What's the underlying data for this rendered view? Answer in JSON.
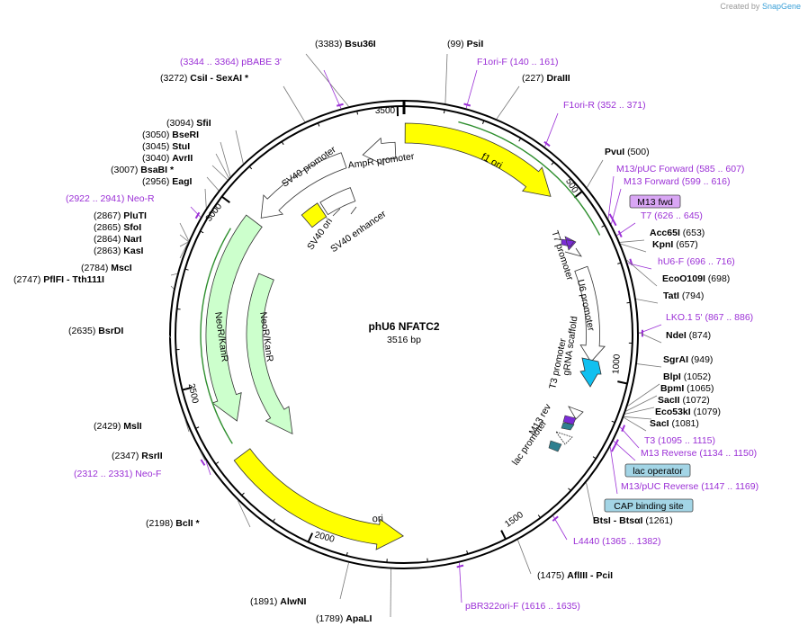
{
  "credit": {
    "prefix": "Created by",
    "brand": "SnapGene"
  },
  "plasmid": {
    "name": "phU6 NFATC2",
    "length_label": "3516 bp",
    "length": 3516
  },
  "colors": {
    "feature_yellow": "#ffff00",
    "feature_green": "#ccffcc",
    "feature_white": "#ffffff",
    "primer": "#9b30d6",
    "site_text": "#000000",
    "tag_purple": "#d9a6f5",
    "tag_cyan": "#a3d5e6",
    "scaffold": "#10c0f0"
  },
  "ticks": [
    "500",
    "1000",
    "1500",
    "2000",
    "2500",
    "3000",
    "3500"
  ],
  "features": [
    {
      "name": "f1 ori",
      "color": "yellow",
      "arrow": true
    },
    {
      "name": "T7 promoter",
      "color": "white",
      "arrow": true
    },
    {
      "name": "U6 promoter",
      "color": "white",
      "arrow": true
    },
    {
      "name": "gRNA scaffold",
      "color": "cyan",
      "arrow": true
    },
    {
      "name": "T3 promoter",
      "color": "white",
      "arrow": true
    },
    {
      "name": "M13 rev",
      "color": "white",
      "arrow": true
    },
    {
      "name": "lac promoter",
      "color": "white",
      "arrow": true
    },
    {
      "name": "ori",
      "color": "yellow",
      "arrow": true
    },
    {
      "name": "NeoR/KanR",
      "color": "green",
      "arrow": true
    },
    {
      "name": "NeoR/KanR",
      "color": "green",
      "arrow": true
    },
    {
      "name": "SV40 ori",
      "color": "yellow",
      "arrow": false
    },
    {
      "name": "SV40 enhancer",
      "color": "white",
      "arrow": false
    },
    {
      "name": "SV40 promoter",
      "color": "white",
      "arrow": true
    },
    {
      "name": "AmpR promoter",
      "color": "white",
      "arrow": true
    }
  ],
  "labels": [
    {
      "id": "bsu36i",
      "name": "Bsu36I",
      "pos": "(3383)",
      "kind": "site"
    },
    {
      "id": "psii",
      "name": "PsiI",
      "pos": "(99)",
      "kind": "site"
    },
    {
      "id": "pbabe3",
      "name": "pBABE 3'",
      "pos": "(3344 .. 3364)",
      "kind": "primer"
    },
    {
      "id": "f1orif",
      "name": "F1ori-F",
      "pos": "(140 .. 161)",
      "kind": "primer"
    },
    {
      "id": "csii",
      "name": "CsiI  - SexAI *",
      "pos": "(3272)",
      "kind": "site"
    },
    {
      "id": "draiii",
      "name": "DraIII",
      "pos": "(227)",
      "kind": "site"
    },
    {
      "id": "f1orir",
      "name": "F1ori-R",
      "pos": "(352 .. 371)",
      "kind": "primer"
    },
    {
      "id": "sfii",
      "name": "SfiI",
      "pos": "(3094)",
      "kind": "site"
    },
    {
      "id": "bseri",
      "name": "BseRI",
      "pos": "(3050)",
      "kind": "site"
    },
    {
      "id": "stui",
      "name": "StuI",
      "pos": "(3045)",
      "kind": "site"
    },
    {
      "id": "avrii",
      "name": "AvrII",
      "pos": "(3040)",
      "kind": "site"
    },
    {
      "id": "bsabi",
      "name": "BsaBI *",
      "pos": "(3007)",
      "kind": "site"
    },
    {
      "id": "eagi",
      "name": "EagI",
      "pos": "(2956)",
      "kind": "site"
    },
    {
      "id": "pvui",
      "name": "PvuI",
      "pos": "(500)",
      "kind": "site"
    },
    {
      "id": "m13puc_fwd",
      "name": "M13/pUC Forward",
      "pos": "(585 .. 607)",
      "kind": "primer"
    },
    {
      "id": "m13_fwd",
      "name": "M13 Forward",
      "pos": "(599 .. 616)",
      "kind": "primer"
    },
    {
      "id": "neor",
      "name": "Neo-R",
      "pos": "(2922 .. 2941)",
      "kind": "primer"
    },
    {
      "id": "t7",
      "name": "T7",
      "pos": "(626 .. 645)",
      "kind": "primer"
    },
    {
      "id": "pluti",
      "name": "PluTI",
      "pos": "(2867)",
      "kind": "site"
    },
    {
      "id": "sfoi",
      "name": "SfoI",
      "pos": "(2865)",
      "kind": "site"
    },
    {
      "id": "nari",
      "name": "NarI",
      "pos": "(2864)",
      "kind": "site"
    },
    {
      "id": "kasi",
      "name": "KasI",
      "pos": "(2863)",
      "kind": "site"
    },
    {
      "id": "acc65i",
      "name": "Acc65I",
      "pos": "(653)",
      "kind": "site"
    },
    {
      "id": "kpni",
      "name": "KpnI",
      "pos": "(657)",
      "kind": "site"
    },
    {
      "id": "hu6f",
      "name": "hU6-F",
      "pos": "(696 .. 716)",
      "kind": "primer"
    },
    {
      "id": "msci",
      "name": "MscI",
      "pos": "(2784)",
      "kind": "site"
    },
    {
      "id": "pflfi",
      "name": "PflFI  - Tth111I",
      "pos": "(2747)",
      "kind": "site"
    },
    {
      "id": "eco0109i",
      "name": "EcoO109I",
      "pos": "(698)",
      "kind": "site"
    },
    {
      "id": "tati",
      "name": "TatI",
      "pos": "(794)",
      "kind": "site"
    },
    {
      "id": "lko1",
      "name": "LKO.1 5'",
      "pos": "(867 .. 886)",
      "kind": "primer"
    },
    {
      "id": "ndei",
      "name": "NdeI",
      "pos": "(874)",
      "kind": "site"
    },
    {
      "id": "bsrdi",
      "name": "BsrDI",
      "pos": "(2635)",
      "kind": "site"
    },
    {
      "id": "sgrai",
      "name": "SgrAI",
      "pos": "(949)",
      "kind": "site"
    },
    {
      "id": "blpi",
      "name": "BlpI",
      "pos": "(1052)",
      "kind": "site"
    },
    {
      "id": "bpmi",
      "name": "BpmI",
      "pos": "(1065)",
      "kind": "site"
    },
    {
      "id": "sacii",
      "name": "SacII",
      "pos": "(1072)",
      "kind": "site"
    },
    {
      "id": "eco53ki",
      "name": "Eco53kI",
      "pos": "(1079)",
      "kind": "site"
    },
    {
      "id": "saci",
      "name": "SacI",
      "pos": "(1081)",
      "kind": "site"
    },
    {
      "id": "msli",
      "name": "MslI",
      "pos": "(2429)",
      "kind": "site"
    },
    {
      "id": "t3",
      "name": "T3",
      "pos": "(1095 .. 1115)",
      "kind": "primer"
    },
    {
      "id": "m13rev",
      "name": "M13 Reverse",
      "pos": "(1134 .. 1150)",
      "kind": "primer"
    },
    {
      "id": "rsrii",
      "name": "RsrII",
      "pos": "(2347)",
      "kind": "site"
    },
    {
      "id": "neof",
      "name": "Neo-F",
      "pos": "(2312 .. 2331)",
      "kind": "primer"
    },
    {
      "id": "m13puc_rev",
      "name": "M13/pUC Reverse",
      "pos": "(1147 .. 1169)",
      "kind": "primer"
    },
    {
      "id": "bcli",
      "name": "BclI *",
      "pos": "(2198)",
      "kind": "site"
    },
    {
      "id": "btsi",
      "name": "BtsI  - BtsαI",
      "pos": "(1261)",
      "kind": "site"
    },
    {
      "id": "l4440",
      "name": "L4440",
      "pos": "(1365 .. 1382)",
      "kind": "primer"
    },
    {
      "id": "afliii",
      "name": "AflIII  - PciI",
      "pos": "(1475)",
      "kind": "site"
    },
    {
      "id": "alwni",
      "name": "AlwNI",
      "pos": "(1891)",
      "kind": "site"
    },
    {
      "id": "pbr322",
      "name": "pBR322ori-F",
      "pos": "(1616 .. 1635)",
      "kind": "primer"
    },
    {
      "id": "apali",
      "name": "ApaLI",
      "pos": "(1789)",
      "kind": "site"
    }
  ],
  "tags": [
    {
      "id": "m13fwd_tag",
      "text": "M13 fwd",
      "color": "purple"
    },
    {
      "id": "lacop_tag",
      "text": "lac operator",
      "color": "cyan"
    },
    {
      "id": "cap_tag",
      "text": "CAP binding site",
      "color": "cyan"
    }
  ]
}
